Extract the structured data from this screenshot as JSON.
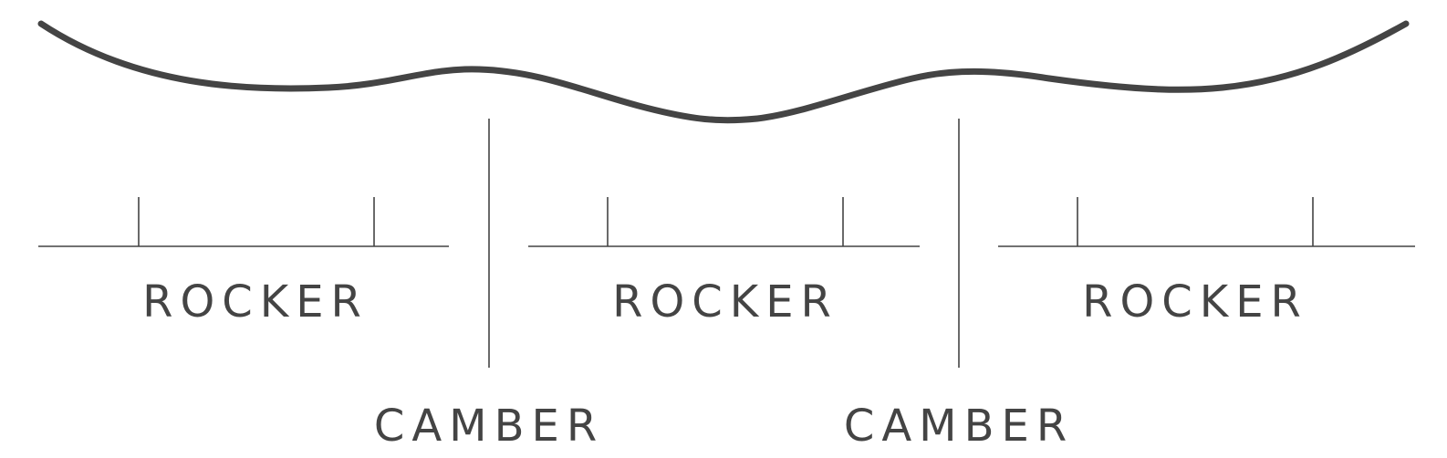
{
  "diagram": {
    "profile_color": "#444444",
    "zones": [
      {
        "label": "ROCKER"
      },
      {
        "label": "ROCKER"
      },
      {
        "label": "ROCKER"
      }
    ],
    "transitions": [
      {
        "label": "CAMBER"
      },
      {
        "label": "CAMBER"
      }
    ]
  }
}
